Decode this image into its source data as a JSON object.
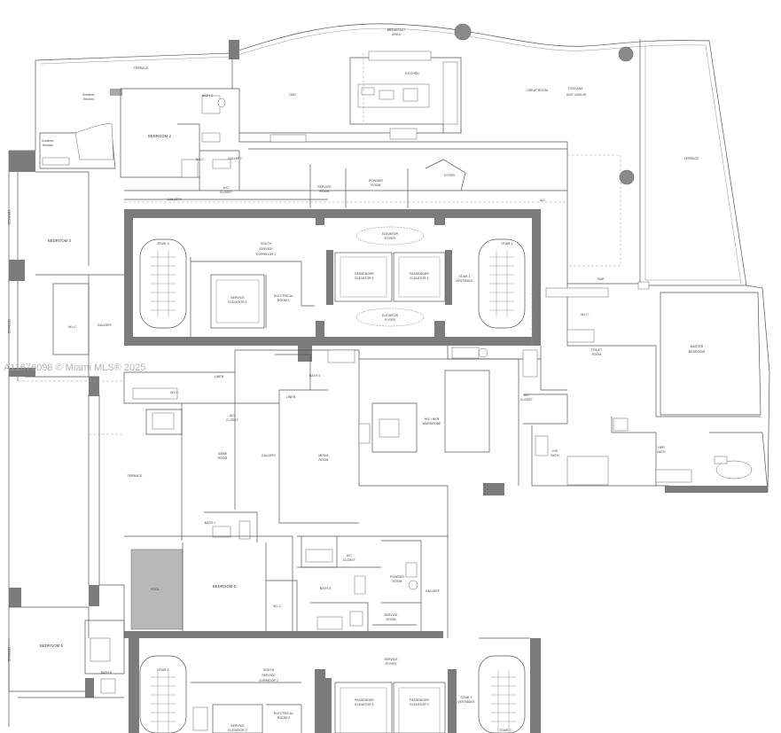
{
  "watermark": "A11676098 © Miami MLS® 2025",
  "plan_title": {
    "line1": "TOSCANA",
    "line2": "UNIT 4200-06"
  },
  "rooms": {
    "breakfast_area": {
      "line1": "BREAKFAST",
      "line2": "AREA"
    },
    "kitchen": "KITCHEN",
    "great_room": "GREAT ROOM",
    "den": "DEN",
    "terrace_top": "TERRACE",
    "terrace_right": "TERRACE",
    "terrace_mid": "TERRACE",
    "terrace_left_1": "TERRACE",
    "terrace_left_2": "TERRACE",
    "terrace_left_3": "TERRACE",
    "summer_kitchen_1": {
      "line1": "Summer",
      "line2": "Kitchen"
    },
    "summer_kitchen_2": {
      "line1": "Summer",
      "line2": "Kitchen"
    },
    "bath_2": "BATH 2",
    "bedroom_2": "BEDROOM 2",
    "wic_2": "W.I.C.",
    "gallery_top": "GALLERY",
    "gallery_upper": "GALLERY",
    "ac_closet_1": {
      "line1": "A/C",
      "line2": "CLOSET"
    },
    "service_room_top": {
      "line1": "SERVICE",
      "line2": "ROOM"
    },
    "powder_room_top": {
      "line1": "POWDER",
      "line2": "ROOM"
    },
    "foyer": "FOYER",
    "ac_top": "A/C",
    "bedroom_3": "BEDROOM 3",
    "wic_3": "W.I.C.",
    "gallery_left": "GALLERY",
    "stair_2": "STAIR 2",
    "south_service_corridor_1": {
      "line1": "SOUTH",
      "line2": "SERVICE",
      "line3": "CORRIDOR 1"
    },
    "service_elevator_1": {
      "line1": "SERVICE",
      "line2": "ELEVATOR 1"
    },
    "electrical_room_1": {
      "line1": "ELECTRICAL",
      "line2": "ROOM 1"
    },
    "elevator_foyer_top": {
      "line1": "ELEVATOR",
      "line2": "FOYER"
    },
    "passenger_elevator_2": {
      "line1": "PASSENGER",
      "line2": "ELEVATOR 2"
    },
    "passenger_elevator_1": {
      "line1": "PASSENGER",
      "line2": "ELEVATOR 1"
    },
    "elevator_foyer_bottom": {
      "line1": "ELEVATOR",
      "line2": "FOYER"
    },
    "stair_1_vestibule": {
      "line1": "STAIR 1",
      "line2": "VESTIBULE"
    },
    "stair_1": "STAIR 1",
    "bar": "BAR",
    "wic_master": "W.I.C.",
    "master_bedroom": {
      "line1": "MASTER",
      "line2": "BEDROOM"
    },
    "toilet_room": {
      "line1": "TOILET",
      "line2": "ROOM"
    },
    "linen": "LINEN",
    "wic_4": "W.I.C.",
    "bath_4": "BATH 4",
    "linen_2": "LINEN",
    "ac_closet_2": {
      "line1": "A/C",
      "line2": "CLOSET"
    },
    "ac_closet_3": {
      "line1": "A/C",
      "line2": "CLOSET"
    },
    "his_hers_wardrobe": {
      "line1": "HIS / HER",
      "line2": "WARDROBE"
    },
    "his_bath": {
      "line1": "HIS",
      "line2": "BATH"
    },
    "her_bath": {
      "line1": "HER",
      "line2": "BATH"
    },
    "game_room": {
      "line1": "GAME",
      "line2": "ROOM"
    },
    "gallery_mid": "GALLERY",
    "media_room": {
      "line1": "MEDIA",
      "line2": "ROOM"
    },
    "bath_1": "BATH 1",
    "pool": "POOL",
    "bedroom_5": "BEDROOM 5",
    "wic_5": "W.I.C.",
    "bath_5": "BATH 5",
    "ac_closet_4": {
      "line1": "A/C",
      "line2": "CLOSET"
    },
    "powder_room_bottom": {
      "line1": "POWDER",
      "line2": "ROOM"
    },
    "service_room_bottom": {
      "line1": "SERVICE",
      "line2": "ROOM"
    },
    "gallery_right": "GALLERY",
    "bedroom_6": "BEDROOM 6",
    "bath_6": "BATH 6",
    "stair_4": "STAIR 4",
    "south_service_corridor_2": {
      "line1": "SOUTH",
      "line2": "SERVICE",
      "line3": "CORRIDOR 2"
    },
    "service_elevator_2": {
      "line1": "SERVICE",
      "line2": "ELEVATOR 2"
    },
    "electrical_room_2": {
      "line1": "ELECTRICAL",
      "line2": "ROOM 2"
    },
    "service_foyer": {
      "line1": "SERVICE",
      "line2": "FOYER"
    },
    "passenger_elevator_4": {
      "line1": "PASSENGER",
      "line2": "ELEVATOR 4"
    },
    "passenger_elevator_3": {
      "line1": "PASSENGER",
      "line2": "ELEVATOR 3"
    },
    "stair_3_vestibule": {
      "line1": "STAIR 3",
      "line2": "VESTIBULE"
    },
    "stair_3": "STAIR 3"
  }
}
